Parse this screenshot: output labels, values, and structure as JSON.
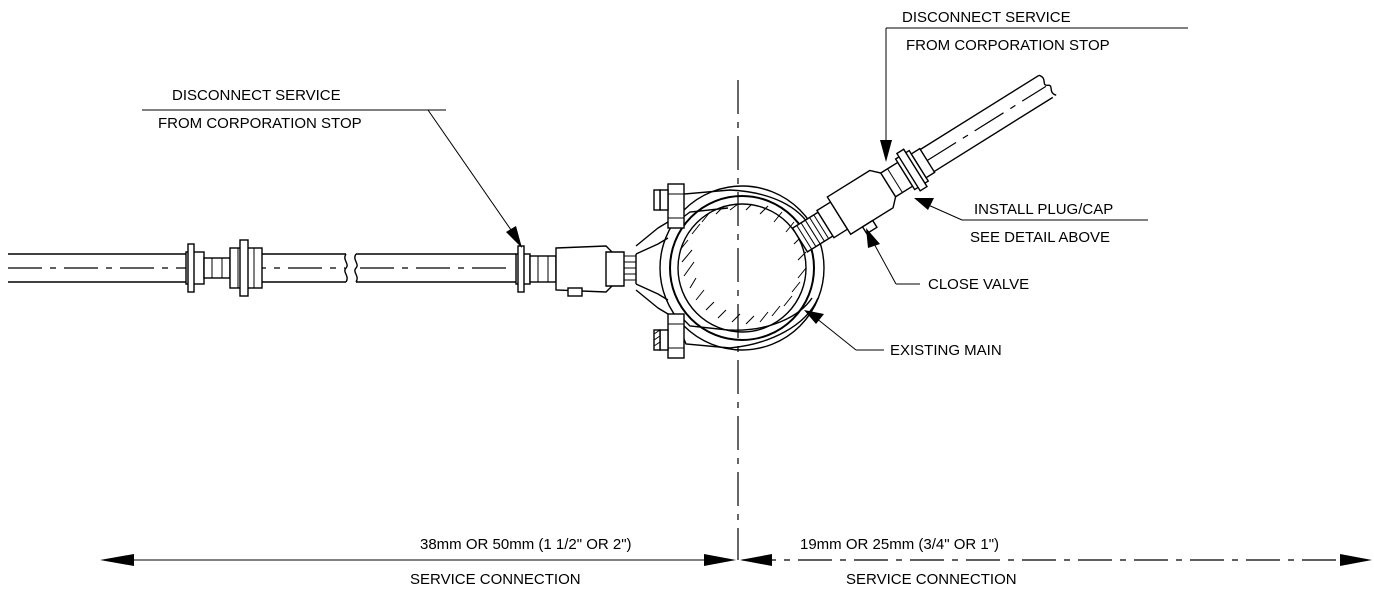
{
  "callouts": {
    "left_disconnect": {
      "line1": "DISCONNECT SERVICE",
      "line2": "FROM CORPORATION STOP"
    },
    "right_disconnect": {
      "line1": "DISCONNECT SERVICE",
      "line2": "FROM CORPORATION STOP"
    },
    "install_plug": {
      "line1": "INSTALL PLUG/CAP",
      "line2": "SEE DETAIL ABOVE"
    },
    "close_valve": "CLOSE VALVE",
    "existing_main": "EXISTING MAIN"
  },
  "dimensions": {
    "left": {
      "size": "38mm OR 50mm (1 1/2\" OR 2\")",
      "label": "SERVICE CONNECTION"
    },
    "right": {
      "size": "19mm OR 25mm (3/4\" OR 1\")",
      "label": "SERVICE CONNECTION"
    }
  }
}
